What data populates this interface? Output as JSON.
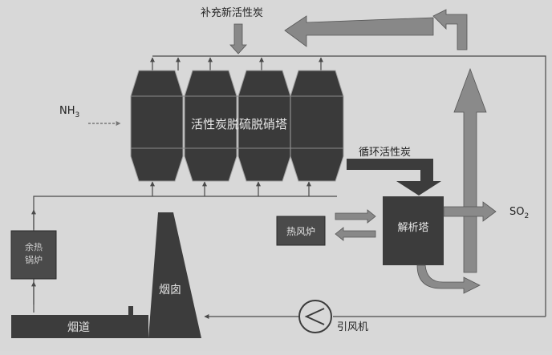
{
  "labels": {
    "fresh_carbon": "补充新活性炭",
    "nh3_base": "NH",
    "nh3_sub": "3",
    "tower": "活性炭脱硫脱硝塔",
    "circ_carbon": "循环活性炭",
    "regen_tower": "解析塔",
    "hot_air": "热风炉",
    "so2_base": "SO",
    "so2_sub": "2",
    "boiler_line1": "余热",
    "boiler_line2": "锅炉",
    "chimney": "烟囱",
    "flue": "烟道",
    "fan": "引风机"
  },
  "colors": {
    "background": "#d8d8d8",
    "dark_block": "#3c3c3c",
    "line": "#4a4a4a",
    "thick_arrow": "#888888",
    "tower_fill": "#3a3a3a"
  }
}
